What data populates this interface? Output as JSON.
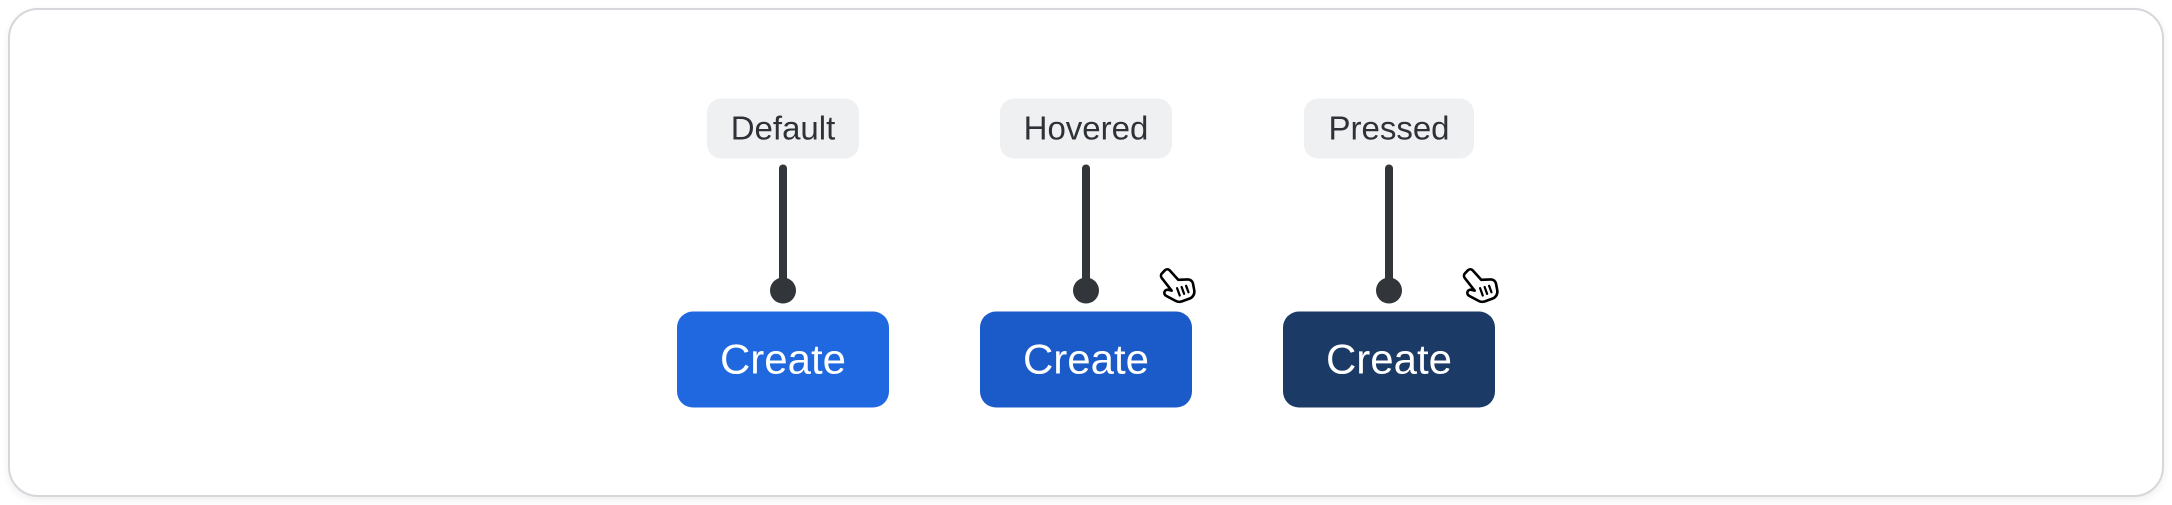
{
  "card": {
    "description": "Create button state showcase"
  },
  "colors": {
    "card_bg": "#ffffff",
    "card_border": "#d5d7db",
    "label_bg": "#eff0f2",
    "label_text": "#2e3238",
    "connector": "#323539",
    "button_text": "#ffffff"
  },
  "states": [
    {
      "label": "Default",
      "button_label": "Create",
      "button_bg": "#2068df",
      "cursor": false
    },
    {
      "label": "Hovered",
      "button_label": "Create",
      "button_bg": "#1b5bc9",
      "cursor": true
    },
    {
      "label": "Pressed",
      "button_label": "Create",
      "button_bg": "#1c3a66",
      "cursor": true
    }
  ]
}
